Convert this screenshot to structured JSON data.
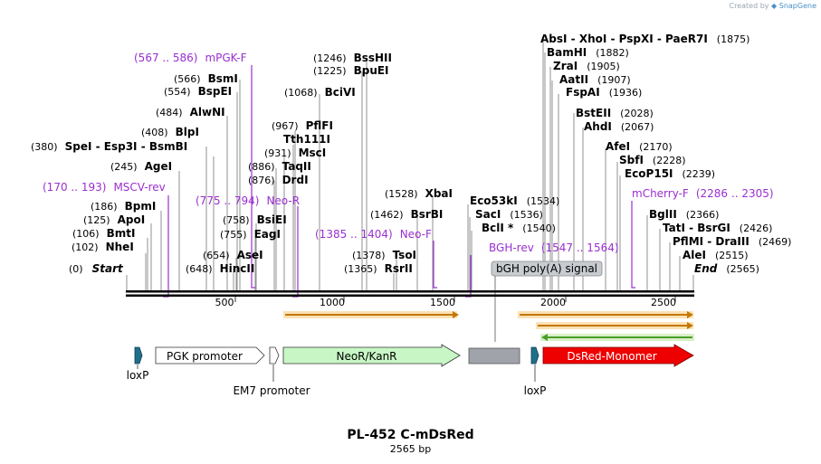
{
  "credit": {
    "prefix": "Created by",
    "brand": "SnapGene"
  },
  "title": "PL-452 C-mDsRed",
  "subtitle": "2565 bp",
  "map": {
    "start_label": "Start",
    "start_pos": "(0)",
    "end_label": "End",
    "end_pos": "(2565)",
    "ticks": [
      "500",
      "1000",
      "1500",
      "2000",
      "2500"
    ]
  },
  "enzymes_left": [
    {
      "pos": "(380)",
      "name": "SpeI  -  Esp3I  -  BsmBI"
    },
    {
      "pos": "(245)",
      "name": "AgeI"
    },
    {
      "pos": "(186)",
      "name": "BpmI"
    },
    {
      "pos": "(125)",
      "name": "ApoI"
    },
    {
      "pos": "(106)",
      "name": "BmtI"
    },
    {
      "pos": "(102)",
      "name": "NheI"
    },
    {
      "pos": "(566)",
      "name": "BsmI"
    },
    {
      "pos": "(554)",
      "name": "BspEI"
    },
    {
      "pos": "(484)",
      "name": "AlwNI"
    },
    {
      "pos": "(408)",
      "name": "BlpI"
    },
    {
      "pos": "(886)",
      "name": "TaqII"
    },
    {
      "pos": "(876)",
      "name": "DrdI"
    },
    {
      "pos": "(931)",
      "name": "MscI"
    },
    {
      "pos": "(967)",
      "name": "PflFI"
    },
    {
      "pos": "",
      "name": "Tth111I"
    },
    {
      "pos": "(758)",
      "name": "BsiEI"
    },
    {
      "pos": "(755)",
      "name": "EagI"
    },
    {
      "pos": "(654)",
      "name": "AseI"
    },
    {
      "pos": "(648)",
      "name": "HincII"
    },
    {
      "pos": "(1068)",
      "name": "BciVI"
    },
    {
      "pos": "(1246)",
      "name": "BssHII"
    },
    {
      "pos": "(1225)",
      "name": "BpuEI"
    },
    {
      "pos": "(1528)",
      "name": "XbaI"
    },
    {
      "pos": "(1462)",
      "name": "BsrBI"
    },
    {
      "pos": "(1378)",
      "name": "TsoI"
    },
    {
      "pos": "(1365)",
      "name": "RsrII"
    }
  ],
  "enzymes_right": [
    {
      "name": "AbsI  -  XhoI  -  PspXI  -  PaeR7I",
      "pos": "(1875)"
    },
    {
      "name": "BamHI",
      "pos": "(1882)"
    },
    {
      "name": "ZraI",
      "pos": "(1905)"
    },
    {
      "name": "AatII",
      "pos": "(1907)"
    },
    {
      "name": "FspAI",
      "pos": "(1936)"
    },
    {
      "name": "BstEII",
      "pos": "(2028)"
    },
    {
      "name": "AhdI",
      "pos": "(2067)"
    },
    {
      "name": "AfeI",
      "pos": "(2170)"
    },
    {
      "name": "SbfI",
      "pos": "(2228)"
    },
    {
      "name": "EcoP15I",
      "pos": "(2239)"
    },
    {
      "name": "BglII",
      "pos": "(2366)"
    },
    {
      "name": "TatI  -  BsrGI",
      "pos": "(2426)"
    },
    {
      "name": "PflMI  -  DraIII",
      "pos": "(2469)"
    },
    {
      "name": "AleI",
      "pos": "(2515)"
    },
    {
      "name": "Eco53kI",
      "pos": "(1534)"
    },
    {
      "name": "SacI",
      "pos": "(1536)"
    },
    {
      "name": "BclI *",
      "pos": "(1540)"
    }
  ],
  "primers": [
    {
      "range": "(567 .. 586)",
      "name": "mPGK-F"
    },
    {
      "range": "(170 .. 193)",
      "name": "MSCV-rev"
    },
    {
      "range": "(775 .. 794)",
      "name": "Neo-R"
    },
    {
      "range": "(1385 .. 1404)",
      "name": "Neo-F"
    },
    {
      "name": "BGH-rev",
      "range": "(1547 .. 1564)"
    },
    {
      "name": "mCherry-F",
      "range": "(2286 .. 2305)"
    }
  ],
  "features": {
    "pgk": "PGK promoter",
    "neo": "NeoR/KanR",
    "dsred": "DsRed-Monomer",
    "bgh": "bGH poly(A) signal",
    "loxp1": "loxP",
    "loxp2": "loxP",
    "em7": "EM7 promoter"
  },
  "colors": {
    "primer": "#9a2fd0",
    "orf_fill": "#f2a020",
    "orf_green": "#4a9e2a",
    "neo_fill": "#c8f7c5",
    "dsred_fill": "#ee0000",
    "loxp_fill": "#1f6f8b",
    "polya_fill": "#a0a4aa"
  }
}
